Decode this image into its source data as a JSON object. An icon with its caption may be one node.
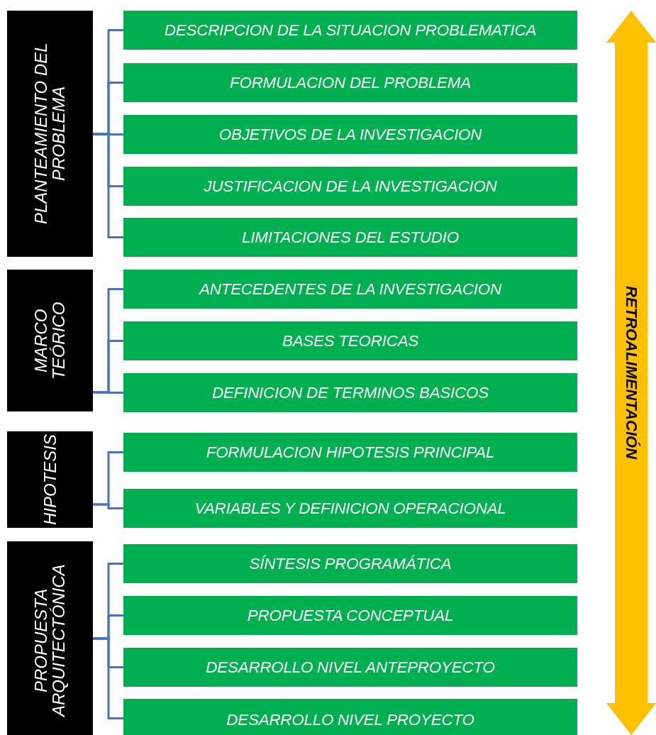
{
  "diagram": {
    "nodes": [
      {
        "text": [
          "PLANTEAMIENTO DEL PROBLEMA"
        ]
      },
      {
        "text": [
          "DESCRIPCION DE LA SITUACION PROBLEMATICA"
        ]
      },
      {
        "text": [
          "FORMULACION DEL PROBLEMA"
        ]
      },
      {
        "text": [
          "OBJETIVOS DE LA INVESTIGACION"
        ]
      },
      {
        "text": [
          "JUSTIFICACION DE LA INVESTIGACION"
        ]
      },
      {
        "text": [
          "LIMITACIONES DEL ESTUDIO"
        ]
      },
      {
        "text": [
          "MARCO TEÓRICO"
        ]
      },
      {
        "text": [
          "ANTECEDENTES DE LA INVESTIGACION"
        ]
      },
      {
        "text": [
          "BASES TEORICAS"
        ]
      },
      {
        "text": [
          "DEFINICION DE TERMINOS BASICOS"
        ]
      },
      {
        "text": [
          "HIPOTESIS"
        ]
      },
      {
        "text": [
          "FORMULACION HIPOTESIS PRINCIPAL"
        ]
      },
      {
        "text": [
          "VARIABLES Y DEFINICION OPERACIONAL"
        ]
      },
      {
        "text": [
          "PROPUESTA ARQUITECTÓNICA"
        ]
      },
      {
        "text": [
          "SÍNTESIS PROGRAMÁTICA"
        ]
      },
      {
        "text": [
          "PROPUESTA CONCEPTUAL"
        ]
      },
      {
        "text": [
          "DESARROLLO NIVEL ANTEPROYECTO"
        ]
      },
      {
        "text": [
          "DESARROLLO NIVEL PROYECTO"
        ]
      },
      {
        "text": [
          "RETROALIMENTACIÓN"
        ]
      }
    ],
    "edges": [
      {
        "from": 0,
        "to": 1,
        "arrow": "none"
      },
      {
        "from": 0,
        "to": 2,
        "arrow": "none"
      },
      {
        "from": 0,
        "to": 3,
        "arrow": "none"
      },
      {
        "from": 0,
        "to": 4,
        "arrow": "none"
      },
      {
        "from": 0,
        "to": 5,
        "arrow": "none"
      },
      {
        "from": 6,
        "to": 7,
        "arrow": "none"
      },
      {
        "from": 6,
        "to": 8,
        "arrow": "none"
      },
      {
        "from": 6,
        "to": 9,
        "arrow": "none"
      },
      {
        "from": 10,
        "to": 11,
        "arrow": "none"
      },
      {
        "from": 10,
        "to": 12,
        "arrow": "none"
      },
      {
        "from": 13,
        "to": 14,
        "arrow": "none"
      },
      {
        "from": 13,
        "to": 15,
        "arrow": "none"
      },
      {
        "from": 13,
        "to": 16,
        "arrow": "none"
      },
      {
        "from": 13,
        "to": 17,
        "arrow": "none"
      }
    ]
  }
}
